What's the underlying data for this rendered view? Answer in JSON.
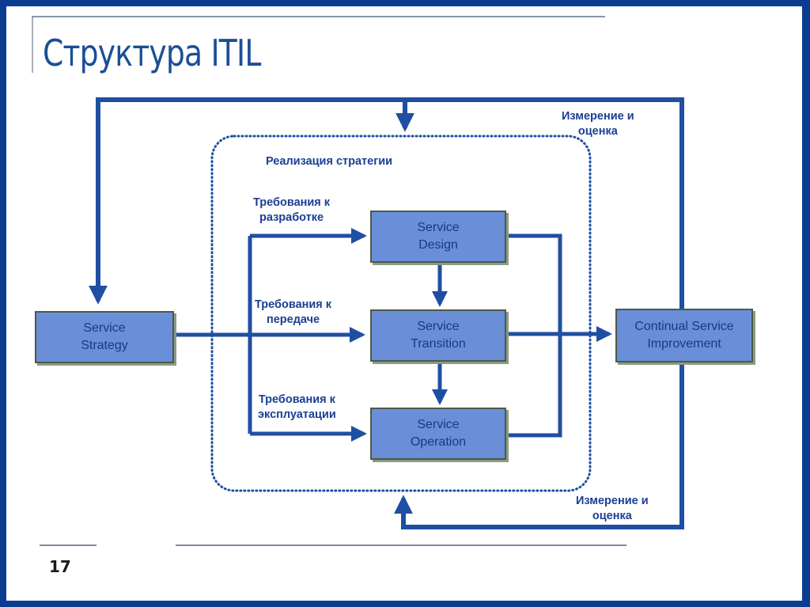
{
  "slide": {
    "title": "Структура ITIL",
    "page_number": "17"
  },
  "diagram": {
    "nodes": {
      "strategy": "Service\nStrategy",
      "design": "Service\nDesign",
      "transition": "Service\nTransition",
      "operation": "Service\nOperation",
      "csi": "Continual Service\nImprovement"
    },
    "labels": {
      "strategy_realization": "Реализация стратегии",
      "req_design": "Требования к\nразработке",
      "req_transition": "Требования к\nпередаче",
      "req_operation": "Требования к\nэксплуатации",
      "measure_top": "Измерение и\nоценка",
      "measure_bottom": "Измерение и\nоценка"
    },
    "colors": {
      "frame": "#0a3d8f",
      "line": "#1f4fa3",
      "box_fill": "#6a8fd8",
      "text": "#1a3f94"
    }
  }
}
